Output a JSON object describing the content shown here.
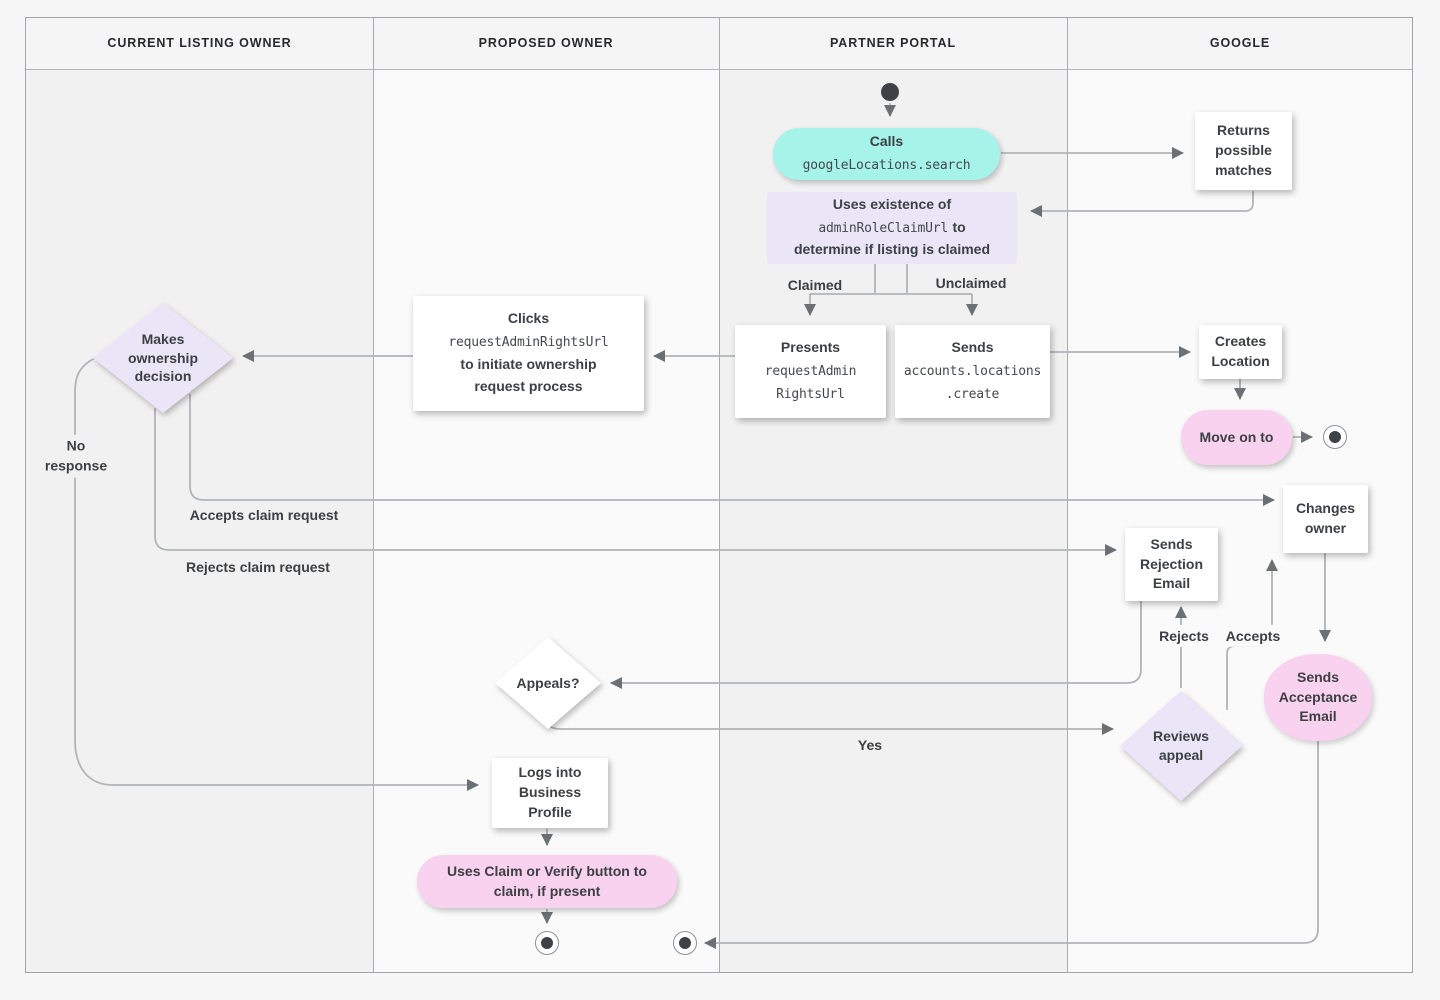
{
  "header": {
    "lanes": [
      "CURRENT LISTING OWNER",
      "PROPOSED OWNER",
      "PARTNER PORTAL",
      "GOOGLE"
    ]
  },
  "nodes": {
    "calls": {
      "label": "Calls",
      "code": "googleLocations.search"
    },
    "returns": {
      "text": "Returns\npossible\nmatches"
    },
    "uses": {
      "l1": "Uses existence of",
      "code": "adminRoleClaimUrl",
      "l2": "to",
      "l3": "determine if listing is claimed"
    },
    "presents": {
      "label": "Presents",
      "code": "requestAdmin\nRightsUrl"
    },
    "sends_create": {
      "label": "Sends",
      "code": "accounts.locations\n.create"
    },
    "clicks": {
      "l1": "Clicks",
      "code": "requestAdminRightsUrl",
      "l2": "to initiate ownership\nrequest process"
    },
    "creates_location": {
      "text": "Creates\nLocation"
    },
    "move_on": {
      "text": "Move on to"
    },
    "makes_decision": {
      "text": "Makes\nownership\ndecision"
    },
    "changes_owner": {
      "text": "Changes\nowner"
    },
    "sends_rejection": {
      "text": "Sends\nRejection\nEmail"
    },
    "appeals": {
      "text": "Appeals?"
    },
    "reviews_appeal": {
      "text": "Reviews\nappeal"
    },
    "sends_acceptance": {
      "text": "Sends\nAcceptance\nEmail"
    },
    "logs_into": {
      "text": "Logs into\nBusiness\nProfile"
    },
    "uses_claim": {
      "text": "Uses Claim or Verify button to\nclaim, if present"
    }
  },
  "edge_labels": {
    "claimed": "Claimed",
    "unclaimed": "Unclaimed",
    "no_response": "No\nresponse",
    "accepts_claim": "Accepts claim request",
    "rejects_claim": "Rejects claim request",
    "rejects": "Rejects",
    "accepts": "Accepts",
    "yes": "Yes"
  },
  "colors": {
    "teal": "#a5f3e9",
    "lavender": "#eae6f8",
    "pink": "#f9d2f0",
    "line": "#b1b4b8",
    "arrow": "#6b7075",
    "text": "#3c4043"
  }
}
